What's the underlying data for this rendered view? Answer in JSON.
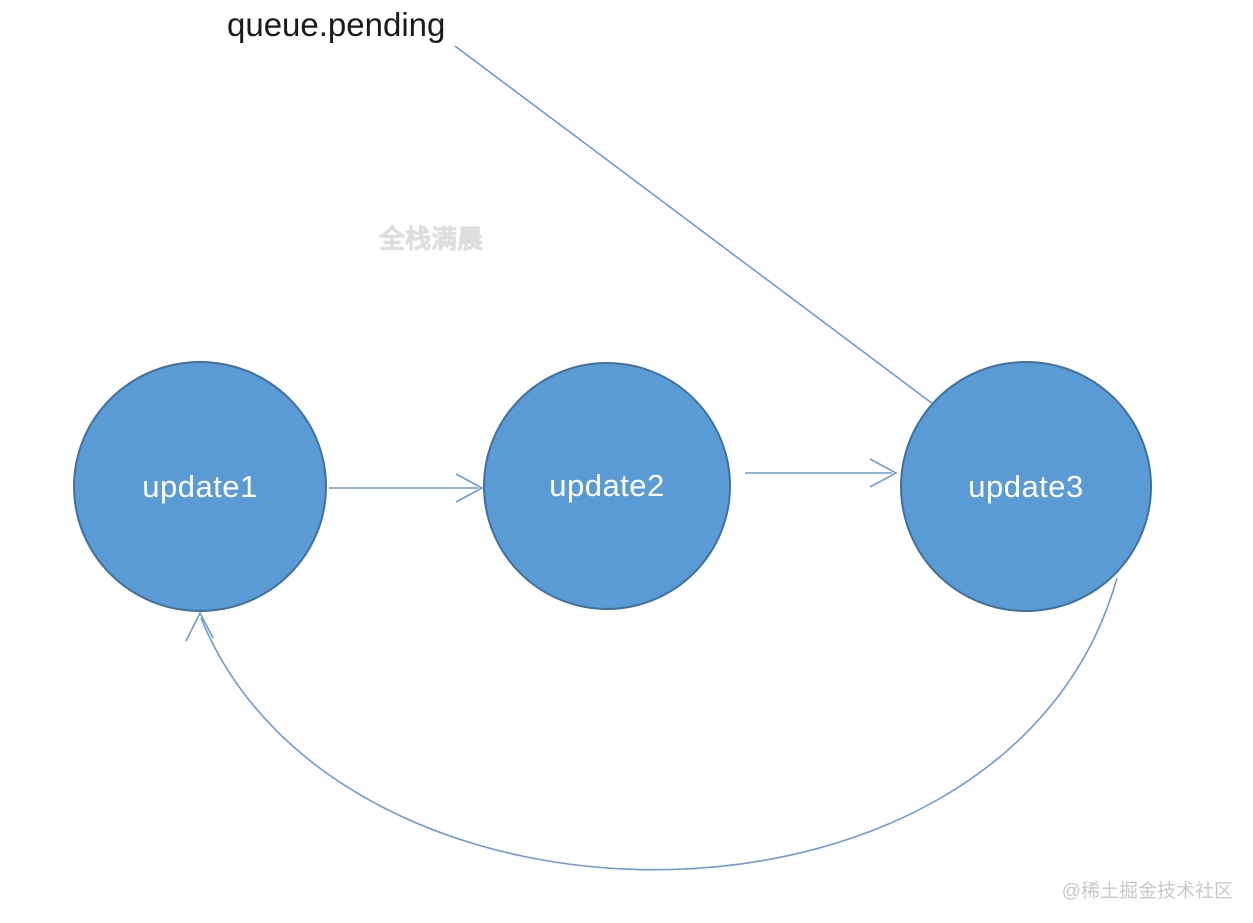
{
  "diagram": {
    "title_label": "queue.pending",
    "nodes": [
      {
        "id": "update1",
        "label": "update1"
      },
      {
        "id": "update2",
        "label": "update2"
      },
      {
        "id": "update3",
        "label": "update3"
      }
    ],
    "edges": [
      {
        "from": "queue.pending",
        "to": "update3",
        "type": "line"
      },
      {
        "from": "update1",
        "to": "update2",
        "type": "arrow"
      },
      {
        "from": "update2",
        "to": "update3",
        "type": "arrow"
      },
      {
        "from": "update3",
        "to": "update1",
        "type": "curved-arrow"
      }
    ],
    "watermark_center": "全栈满晨",
    "watermark_corner": "@稀土掘金技术社区",
    "colors": {
      "node_fill": "#5b9bd5",
      "node_border": "#41719c",
      "connector": "#6f9ad3",
      "node_label_text": "#ffffff",
      "title_text": "#1a1a1a",
      "watermark_text": "#d6d6d6"
    }
  }
}
